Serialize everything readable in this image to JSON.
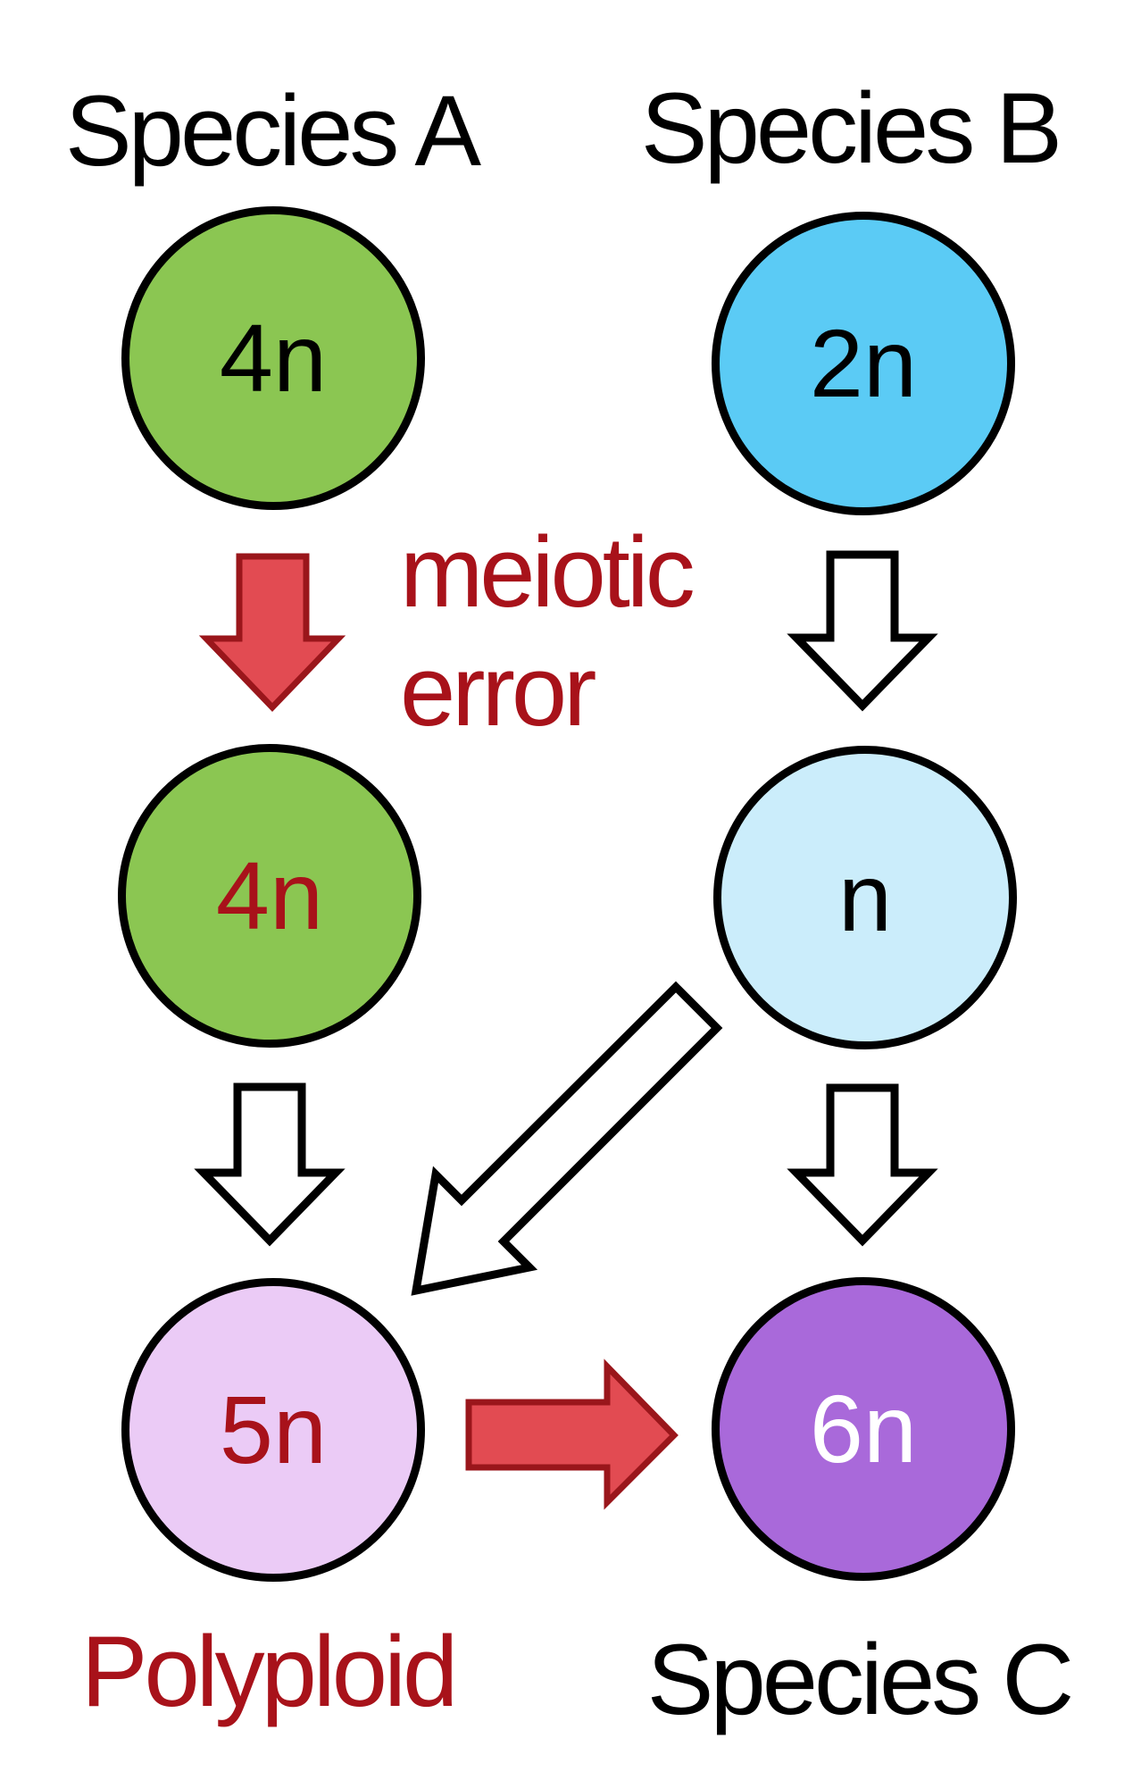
{
  "headers": {
    "species_a": "Species A",
    "species_b": "Species B"
  },
  "nodes": {
    "a1": {
      "label": "4n",
      "fill": "#8BC652",
      "text_color": "#000000"
    },
    "b1": {
      "label": "2n",
      "fill": "#5BCBF5",
      "text_color": "#000000"
    },
    "a2": {
      "label": "4n",
      "fill": "#8BC652",
      "text_color": "#A8121A"
    },
    "b2": {
      "label": "n",
      "fill": "#CBEDFB",
      "text_color": "#000000"
    },
    "a3": {
      "label": "5n",
      "fill": "#EBCBF6",
      "text_color": "#A8121A"
    },
    "b3": {
      "label": "6n",
      "fill": "#A969DA",
      "text_color": "#FFFFFF"
    }
  },
  "annotations": {
    "meiotic_error_line1": "meiotic",
    "meiotic_error_line2": "error",
    "polyploid": "Polyploid",
    "species_c": "Species C",
    "text_red": "#A8121A"
  },
  "arrow_colors": {
    "red_fill": "#E24B52",
    "red_stroke": "#9A161B",
    "white_fill": "#FFFFFF",
    "black_stroke": "#000000"
  }
}
